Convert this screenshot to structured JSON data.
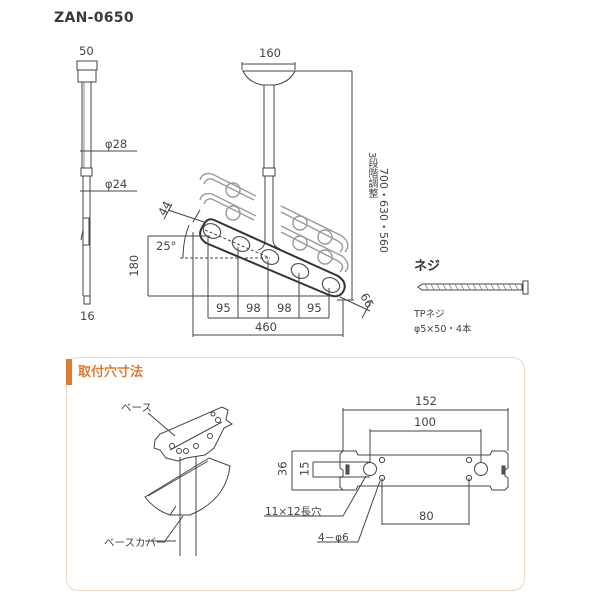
{
  "header": {
    "model_code": "ZAN-0650"
  },
  "side_view": {
    "top_width": "50",
    "upper_pipe_dia": "φ28",
    "lower_pipe_dia": "φ24",
    "bottom_width": "16"
  },
  "front_view": {
    "base_width": "160",
    "height_adjust_label": "3段階調整",
    "height_values": "700・630・560",
    "arm_width": "44",
    "arm_end_width": "66",
    "angle": "25°",
    "vertical_rise": "180",
    "hole_spacings": [
      "95",
      "98",
      "98",
      "95"
    ],
    "total_width": "460"
  },
  "screw": {
    "title": "ネジ",
    "name": "TPネジ",
    "spec": "φ5×50・4本"
  },
  "mounting_panel": {
    "title": "取付穴寸法",
    "accent_color": "#e07a2e",
    "border_color": "#e9d8c8",
    "base_label": "ベース",
    "base_cover_label": "ベースカバー",
    "plate": {
      "overall_width": "152",
      "slot_spacing": "100",
      "overall_height": "36",
      "slot_height": "15",
      "hole_spacing": "80",
      "slot_label": "11×12長穴",
      "hole_label": "4－φ6"
    }
  }
}
